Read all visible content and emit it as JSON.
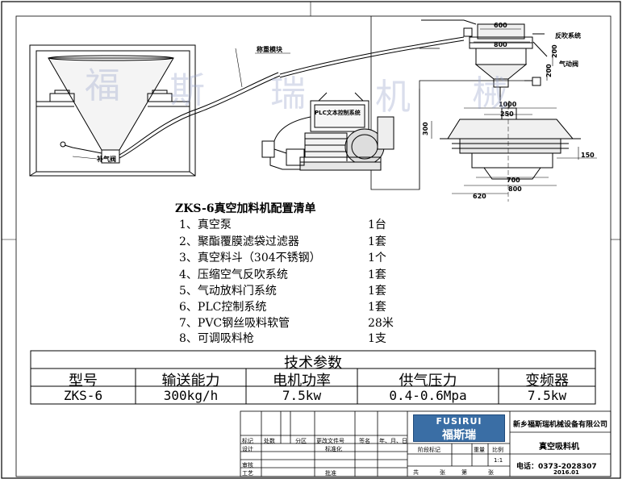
{
  "watermark": [
    "福",
    "斯",
    "瑞",
    "机",
    "械"
  ],
  "diagram_labels": {
    "weighing_module": "称重模块",
    "plc_text": "PLC文本控制系统",
    "air_valve": "补气阀",
    "back_blow": "反吹系统",
    "pneumatic": "气动阀",
    "dim_600": "600",
    "dim_800_top": "800",
    "dim_200_a": "200",
    "dim_200_b": "200",
    "dim_1000": "1000",
    "dim_250": "250",
    "dim_300": "300",
    "dim_150": "150",
    "dim_700": "700",
    "dim_800_bot": "800",
    "dim_620": "620"
  },
  "config": {
    "title": "ZKS-6真空加料机配置清单",
    "items": [
      {
        "name": "1、真空泵",
        "qty": "1台"
      },
      {
        "name": "2、聚酯覆膜滤袋过滤器",
        "qty": "1套"
      },
      {
        "name": "3、真空料斗（304不锈钢）",
        "qty": "1个"
      },
      {
        "name": "4、压缩空气反吹系统",
        "qty": "1套"
      },
      {
        "name": "5、气动放料门系统",
        "qty": "1套"
      },
      {
        "name": "6、PLC控制系统",
        "qty": "1套"
      },
      {
        "name": "7、PVC钢丝吸料软管",
        "qty": "28米"
      },
      {
        "name": "8、可调吸料枪",
        "qty": "1支"
      }
    ]
  },
  "spec_table": {
    "title": "技术参数",
    "headers": [
      "型号",
      "输送能力",
      "电机功率",
      "供气压力",
      "变频器"
    ],
    "values": [
      "ZKS-6",
      "300kg/h",
      "7.5kw",
      "0.4-0.6Mpa",
      "7.5kw"
    ]
  },
  "title_block": {
    "logo_en": "FUSIRUI",
    "logo_cn": "福斯瑞",
    "company": "新乡福斯瑞机械设备有限公司",
    "product": "真空吸料机",
    "phone": "电话：0373-2028307",
    "date": "2016.01",
    "scale": "1:1",
    "labels": {
      "mark": "标记",
      "count": "处数",
      "zone": "分区",
      "change_doc": "更改文件号",
      "sign": "签名",
      "ymd": "年、月、日",
      "design": "设计",
      "standard": "标准化",
      "stage_mark": "阶段标记",
      "weight": "重量",
      "ratio": "比例",
      "review": "审核",
      "process": "工艺",
      "approve": "批准",
      "total": "共",
      "sheets": "张",
      "nth": "第",
      "sheets2": "张"
    }
  }
}
